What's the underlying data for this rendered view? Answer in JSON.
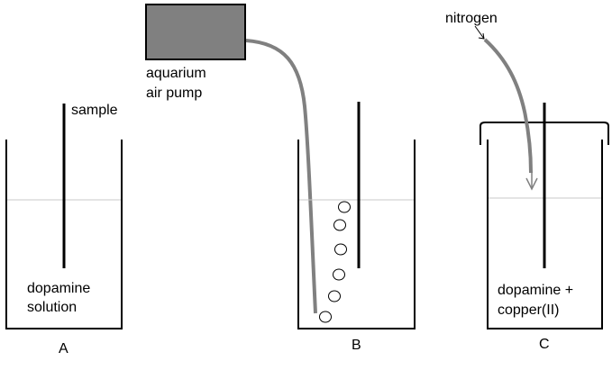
{
  "labels": {
    "sample": "sample",
    "pump_line1": "aquarium",
    "pump_line2": "air pump",
    "nitrogen": "nitrogen",
    "a_line1": "dopamine",
    "a_line2": "solution",
    "c_line1": "dopamine +",
    "c_line2": "copper(II)",
    "beaker_a": "A",
    "beaker_b": "B",
    "beaker_c": "C"
  },
  "colors": {
    "outline": "#000000",
    "liquid_line": "#c8c8c8",
    "tube": "#808080",
    "pump_fill": "#808080",
    "background": "#ffffff"
  }
}
